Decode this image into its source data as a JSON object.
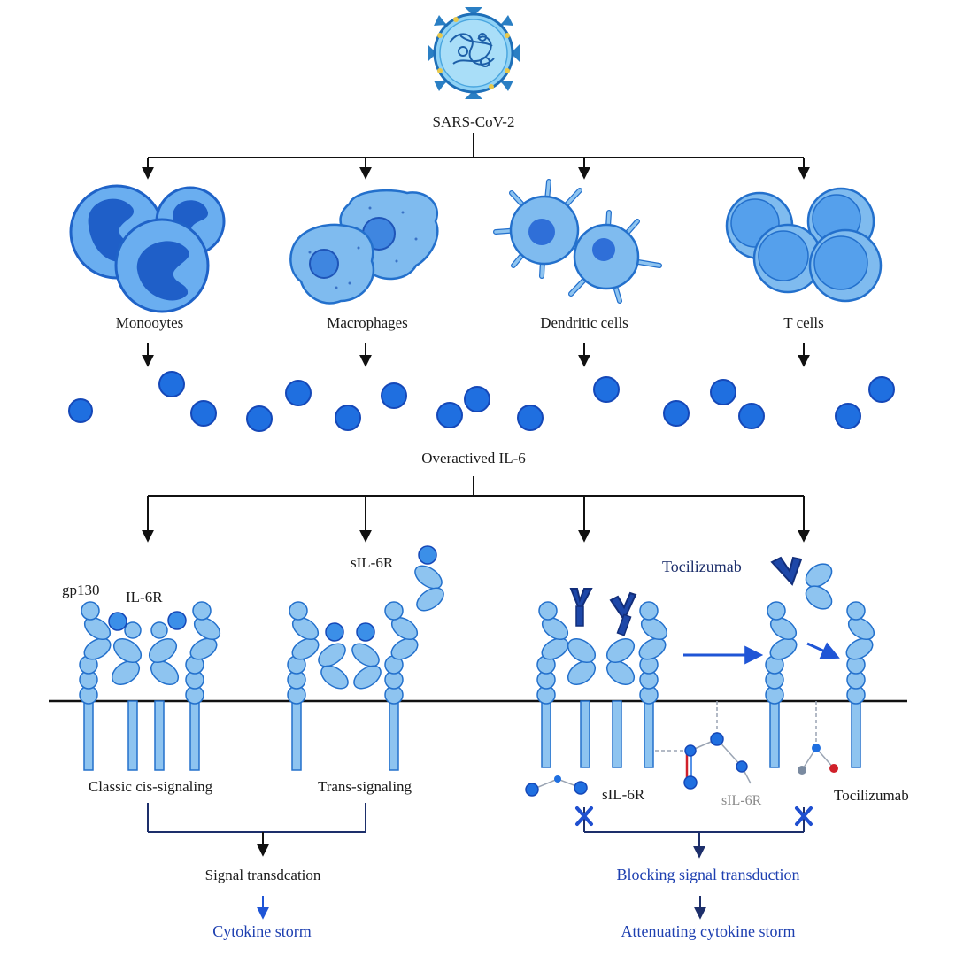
{
  "virus": {
    "label": "SARS-CoV-2"
  },
  "cells": [
    {
      "label": "Monooytes"
    },
    {
      "label": "Macrophages"
    },
    {
      "label": "Dendritic cells"
    },
    {
      "label": "T cells"
    }
  ],
  "il6": {
    "label": "Overactived IL-6"
  },
  "left_panel": {
    "gp130": "gp130",
    "il6r": "IL-6R",
    "sil6r": "sIL-6R",
    "classic": "Classic cis-signaling",
    "trans": "Trans-signaling",
    "result1": "Signal transdcation",
    "result2": "Cytokine storm"
  },
  "right_panel": {
    "tocilizumab_top": "Tocilizumab",
    "sil6r": "sIL-6R",
    "sil6r_grey": "sIL-6R",
    "tocilizumab_bottom": "Tocilizumab",
    "result1": "Blocking signal transduction",
    "result2": "Attenuating cytokine storm"
  },
  "colors": {
    "light_blue": "#8ec4f0",
    "mid_blue": "#4a90e2",
    "bright_blue": "#1f6fe0",
    "navy": "#1d2f6b",
    "cross_blue": "#1f4fd0",
    "accent_red": "#d0202a",
    "virus_spike_yellow": "#e8c84a"
  }
}
